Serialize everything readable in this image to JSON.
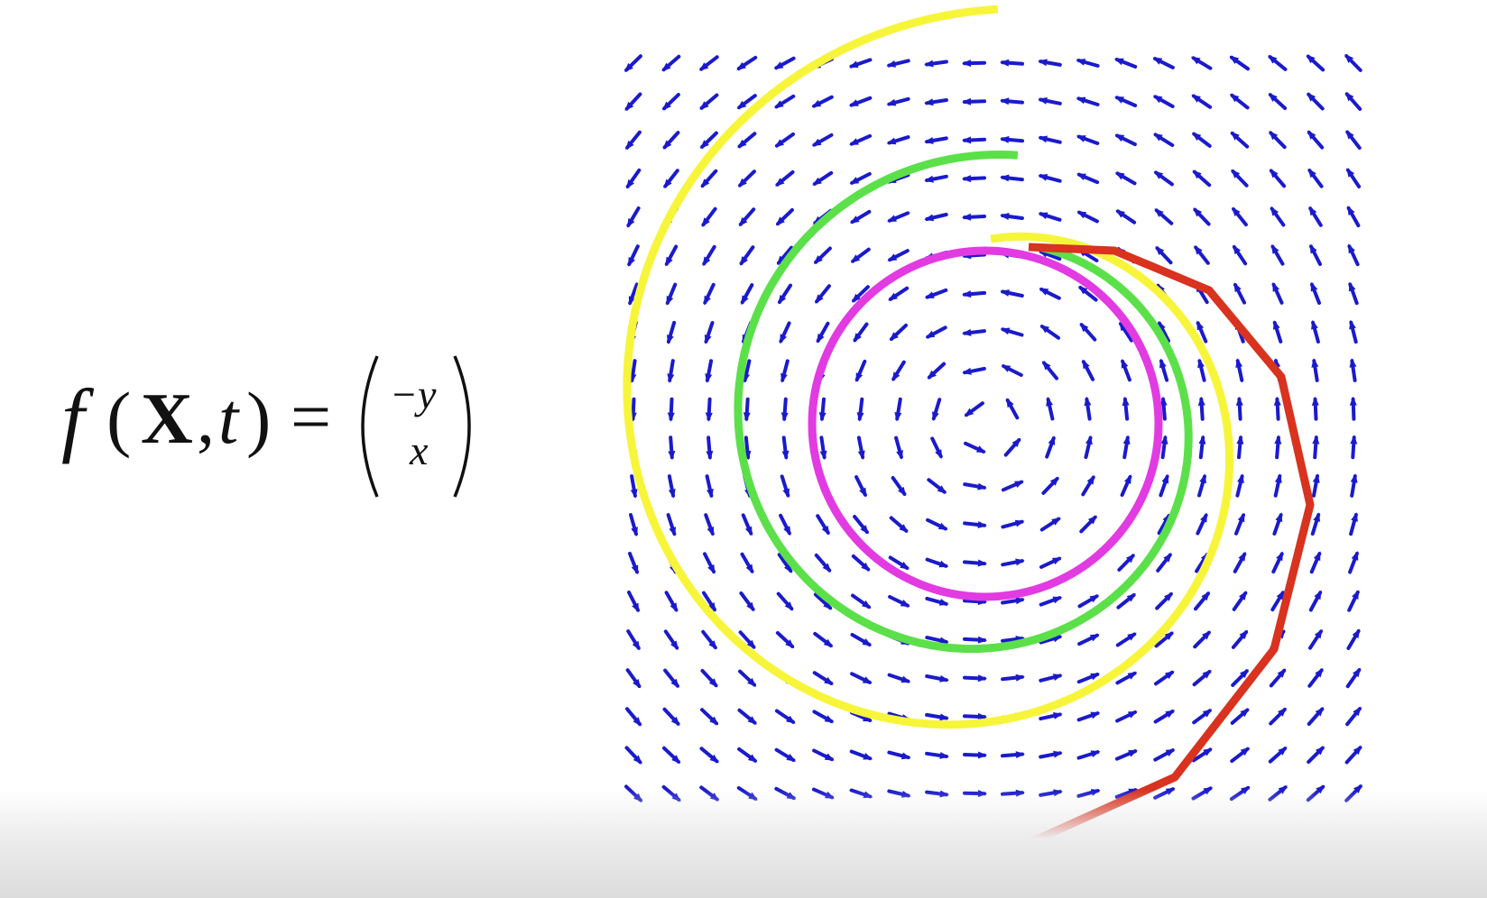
{
  "formula": {
    "lhs_func": "f",
    "lhs_open": "(",
    "lhs_var": "X",
    "lhs_sep": ",",
    "lhs_t": "t",
    "lhs_close": ")",
    "equals": "=",
    "vec_top": "−y",
    "vec_bottom": "x"
  },
  "field": {
    "grid_n": 20,
    "arrow_color": "#1a1acc"
  },
  "trajectories": [
    {
      "name": "magenta",
      "color": "#e23be2",
      "type": "circle"
    },
    {
      "name": "green",
      "color": "#5ce04a",
      "type": "spiral"
    },
    {
      "name": "yellow",
      "color": "#f7f53a",
      "type": "spiral"
    },
    {
      "name": "red",
      "color": "#d9321f",
      "type": "polyline"
    }
  ]
}
